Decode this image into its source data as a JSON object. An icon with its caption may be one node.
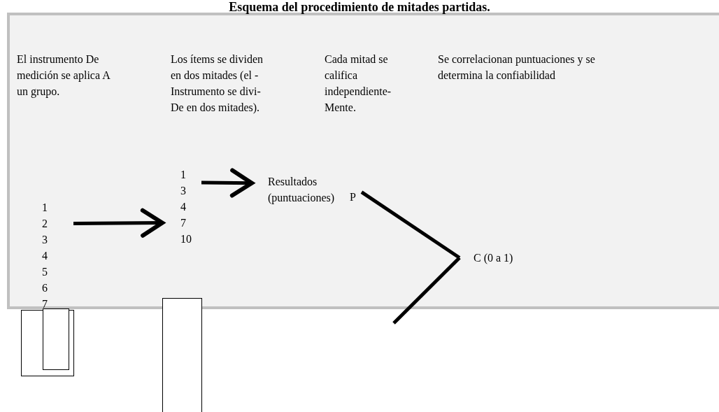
{
  "diagram": {
    "title": "Esquema del procedimiento de mitades partidas.",
    "nodes": [
      {
        "text": [
          "1 2 3 4 5 6 7"
        ]
      },
      {
        "text": [
          "1 3 4 7 10"
        ]
      },
      {
        "text": [
          "Resultados (puntuaciones)"
        ]
      },
      {
        "text": [
          "P"
        ]
      },
      {
        "text": [
          "C (0 a 1)"
        ]
      },
      {
        "text": [],
        "shape": "box"
      },
      {
        "text": [],
        "shape": "box",
        "in": 5
      },
      {
        "text": [],
        "shape": "box"
      }
    ],
    "edges": [
      {
        "from": 0,
        "to": 1,
        "arrow": "to"
      },
      {
        "from": 1,
        "to": 2,
        "arrow": "to"
      },
      {
        "from": 3,
        "to": 4,
        "arrow": "none"
      },
      {
        "from": 4,
        "to": null,
        "arrow": "none"
      }
    ],
    "labels": [
      "El instrumento De medición se aplica A un grupo.",
      "Los ítems se dividen en dos mitades (el - Instrumento se divi- De en dos mitades).",
      "Cada mitad se califica independiente- Mente.",
      "Se correlacionan puntuaciones y se determina la confiabilidad"
    ]
  }
}
